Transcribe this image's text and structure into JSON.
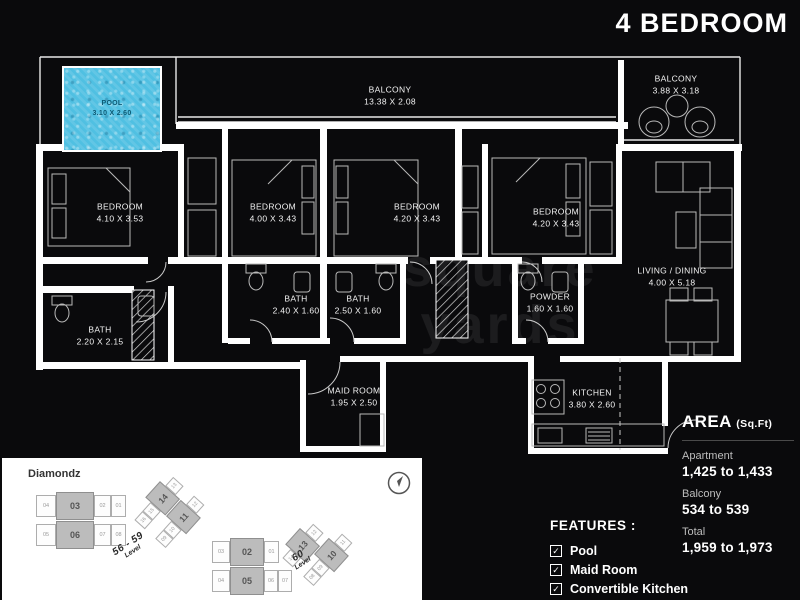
{
  "title": "4 BEDROOM",
  "watermark": {
    "line1": "square",
    "line2": "yards"
  },
  "icons": {
    "checkbox_check": "✓"
  },
  "rooms": {
    "pool": {
      "name": "POOL",
      "dims": "3.10 X 2.60"
    },
    "balcony_top": {
      "name": "BALCONY",
      "dims": "13.38 X 2.08"
    },
    "balcony_right": {
      "name": "BALCONY",
      "dims": "3.88 X 3.18"
    },
    "bedroom_1": {
      "name": "BEDROOM",
      "dims": "4.10 X 3.53"
    },
    "bedroom_2": {
      "name": "BEDROOM",
      "dims": "4.00 X 3.43"
    },
    "bedroom_3": {
      "name": "BEDROOM",
      "dims": "4.20 X 3.43"
    },
    "bedroom_4": {
      "name": "BEDROOM",
      "dims": "4.20 X 3.43"
    },
    "living_dining": {
      "name": "LIVING / DINING",
      "dims": "4.00 X 5.18"
    },
    "bath_1": {
      "name": "BATH",
      "dims": "2.40 X 1.60"
    },
    "bath_2": {
      "name": "BATH",
      "dims": "2.50 X 1.60"
    },
    "bath_3": {
      "name": "BATH",
      "dims": "2.20 X 2.15"
    },
    "powder": {
      "name": "POWDER",
      "dims": "1.60 X 1.60"
    },
    "maid": {
      "name": "MAID ROOM",
      "dims": "1.95 X 2.50"
    },
    "kitchen": {
      "name": "KITCHEN",
      "dims": "3.80 X 2.60"
    }
  },
  "area": {
    "heading": "AREA",
    "unit": "(Sq.Ft)",
    "rows": [
      {
        "label": "Apartment",
        "value": "1,425 to 1,433"
      },
      {
        "label": "Balcony",
        "value": "534 to 539"
      },
      {
        "label": "Total",
        "value": "1,959 to 1,973"
      }
    ]
  },
  "features": {
    "heading": "FEATURES :",
    "items": [
      "Pool",
      "Maid Room",
      "Convertible Kitchen"
    ]
  },
  "keyplan": {
    "project": "Diamondz",
    "clusters": [
      {
        "level": "56 - 59",
        "level_word": "Level",
        "row_top": [
          "04",
          "03",
          "02",
          "01"
        ],
        "row_bottom": [
          "05",
          "06",
          "07",
          "08"
        ],
        "wing_top": [
          "16",
          "15",
          "14",
          "13"
        ],
        "wing_bottom": [
          "09",
          "10",
          "11",
          "12"
        ]
      },
      {
        "level": "60",
        "level_word": "Level",
        "row_top": [
          "03",
          "02",
          "01"
        ],
        "row_bottom": [
          "04",
          "05",
          "06",
          "07"
        ],
        "wing_top": [
          "14",
          "13",
          "12"
        ],
        "wing_bottom": [
          "08",
          "09",
          "10",
          "11"
        ]
      }
    ]
  },
  "colors": {
    "background": "#0a0a0c",
    "walls": "#ffffff",
    "pool_water": "#50c0e2",
    "keyplan_panel": "#ffffff",
    "highlight_unit": "#bcbcbc"
  }
}
